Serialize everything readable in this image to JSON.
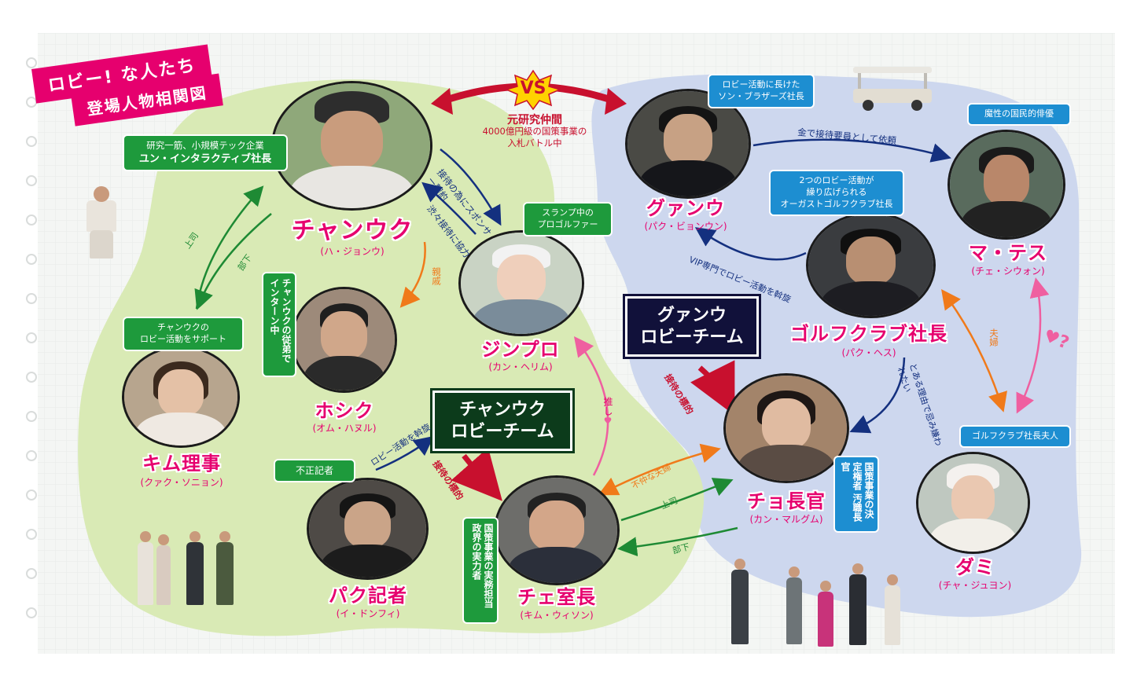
{
  "title": {
    "line1": "ロビー! な人たち",
    "line2": "登場人物相関図"
  },
  "vs": {
    "badge": "VS",
    "label": "元研究仲間",
    "detail1": "4000億円級の国策事業の",
    "detail2": "入札バトル中"
  },
  "teams": {
    "green": {
      "line1": "チャンウク",
      "line2": "ロビーチーム"
    },
    "blue": {
      "line1": "グァンウ",
      "line2": "ロビーチーム"
    }
  },
  "characters": {
    "changuk": {
      "name": "チャンウク",
      "actor": "(ハ・ジョンウ)",
      "note1": "研究一筋、小規模テック企業",
      "note2": "ユン・インタラクティブ社長"
    },
    "hosik": {
      "name": "ホシク",
      "actor": "(オム・ハヌル)",
      "note": "チャンウクの従弟でインターン中"
    },
    "kim": {
      "name": "キム理事",
      "actor": "(クァク・ソニョン)",
      "note1": "チャンウクの",
      "note2": "ロビー活動をサポート"
    },
    "jinpro": {
      "name": "ジンプロ",
      "actor": "(カン・ヘリム)",
      "note1": "スランプ中の",
      "note2": "プロゴルファー"
    },
    "park_reporter": {
      "name": "パク記者",
      "actor": "(イ・ドンフィ)",
      "note": "不正記者"
    },
    "choi": {
      "name": "チェ室長",
      "actor": "(キム・ウィソン)",
      "note": "国策事業の実務担当 政界の実力者"
    },
    "gwangwoo": {
      "name": "グァンウ",
      "actor": "(パク・ビョンウン)",
      "note1": "ロビー活動に長けた",
      "note2": "ソン・ブラザーズ社長"
    },
    "golf_president": {
      "name": "ゴルフクラブ社長",
      "actor": "(パク・ヘス)",
      "note1": "2つのロビー活動が",
      "note2": "繰り広げられる",
      "note3": "オーガストゴルフクラブ社長"
    },
    "mataes": {
      "name": "マ・テス",
      "actor": "(チェ・シウォン)",
      "note": "魔性の国民的俳優"
    },
    "cho": {
      "name": "チョ長官",
      "actor": "(カン・マルグム)",
      "note": "国策事業の決定権者 汚職長官"
    },
    "dami": {
      "name": "ダミ",
      "actor": "(チャ・ジュヨン)",
      "note": "ゴルフクラブ社長夫人"
    }
  },
  "relations": {
    "sponsor": "接待の為にスポンサー契約",
    "cooperate": "渋々接待に協力",
    "boss": "上司",
    "subordinate": "部下",
    "relative": "親戚",
    "fan": "推し",
    "lobby_mediation_green": "ロビー活動を斡旋",
    "target_green": "接待の標的",
    "bad_couple": "不仲な夫婦",
    "boss2": "上司",
    "subordinate2": "部下",
    "money_request": "金で接待要員として依頼",
    "vip_lobby": "VIP専門でロビー活動を斡旋",
    "target_blue": "接待の標的",
    "reason_dislike": "とある理由で忌み嫌われたい",
    "couple": "夫婦",
    "heart_q": "♥?"
  },
  "colors": {
    "pink": "#e6006e",
    "green_region": "#d9eab5",
    "blue_region": "#cdd7ee",
    "green_box": "#1e9a3c",
    "blue_box": "#1d8ed1",
    "red": "#c8102e",
    "navy": "#14307f",
    "orange": "#f07a1a"
  }
}
